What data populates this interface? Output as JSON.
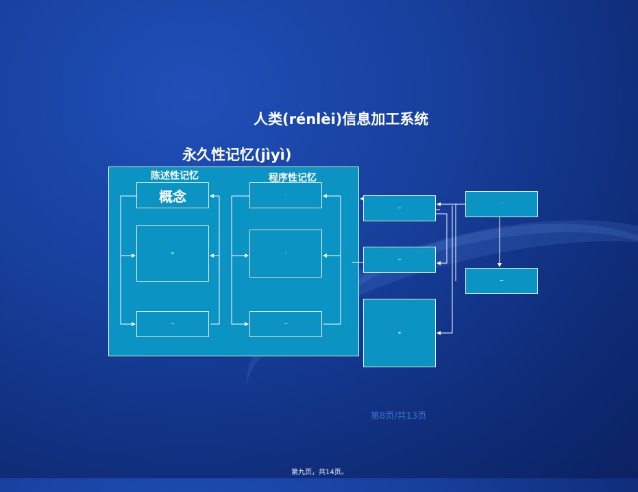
{
  "title": "人类(rénlèi)信息加工系统",
  "permanent_memory": "永久性记忆(jìyì)",
  "declarative_memory": "陈述性记忆",
  "procedural_memory": "程序性记忆",
  "concept_box": "概念",
  "page_indicator": "第8页/共13页",
  "footer": "第九页，共14页。",
  "colors": {
    "box_fill": "#0b93c4",
    "box_border": "#dff3ff",
    "background": "#173f9c"
  },
  "boxes": {
    "decl_mid": "≡",
    "decl_bottom": "—",
    "proc_top": "·",
    "proc_mid": "·",
    "proc_bottom": "—",
    "mid_top": "—",
    "mid_mid": "—",
    "mid_bottom": "≡",
    "right_top": "·",
    "right_bottom": "—"
  }
}
